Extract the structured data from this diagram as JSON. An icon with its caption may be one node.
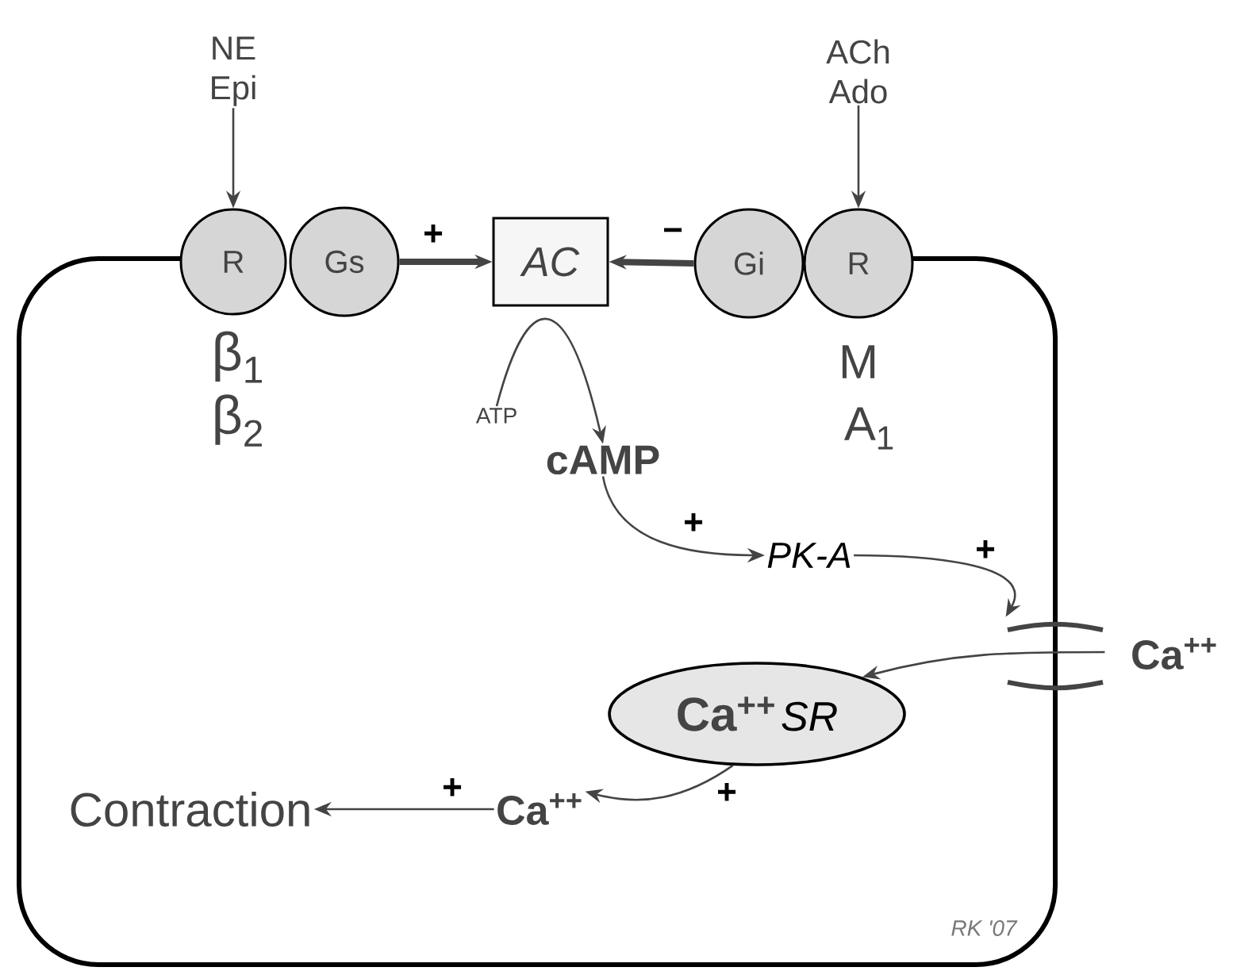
{
  "diagram": {
    "nodes": [
      {
        "text": [
          "NE Epi"
        ]
      },
      {
        "text": [
          "R"
        ],
        "beside": [
          "β$_{1}$",
          "β$_{2}$"
        ]
      },
      {
        "text": [
          "Gs"
        ]
      },
      {
        "text": [
          "AC"
        ]
      },
      {
        "text": [
          "Gi"
        ]
      },
      {
        "text": [
          "R"
        ],
        "beside": [
          "M",
          "A$_{1}$"
        ]
      },
      {
        "text": [
          "ACh Ado"
        ]
      },
      {
        "text": [
          "ATP"
        ]
      },
      {
        "text": [
          "cAMP"
        ]
      },
      {
        "text": [
          "PK-A"
        ]
      },
      {
        "text": [],
        "shape": "picture",
        "beside": [
          "Ca$^{++}$"
        ]
      },
      {
        "text": [
          "Ca$^{++}$",
          "SR"
        ]
      },
      {
        "text": [
          "Ca$^{++}$"
        ]
      },
      {
        "text": [
          "Contraction"
        ]
      }
    ],
    "edges": [
      {
        "from": 0,
        "to": 1,
        "arrow": "to"
      },
      {
        "from": 6,
        "to": 5,
        "arrow": "to"
      },
      {
        "from": 2,
        "to": 3,
        "arrow": "to",
        "label": "+",
        "style": "thick"
      },
      {
        "from": 4,
        "to": 3,
        "arrow": "to",
        "label": "−",
        "style": "thick"
      },
      {
        "from": 7,
        "to": 8,
        "arrow": "to"
      },
      {
        "from": 8,
        "to": 9,
        "arrow": "to",
        "label": "+"
      },
      {
        "from": 9,
        "to": 10,
        "arrow": "to",
        "label": "+"
      },
      {
        "from": 10,
        "to": 11,
        "arrow": "to"
      },
      {
        "from": 11,
        "to": 12,
        "arrow": "to",
        "label": "+"
      },
      {
        "from": 12,
        "to": 13,
        "arrow": "to",
        "label": "+"
      }
    ],
    "labels": [
      "RK '07"
    ]
  }
}
